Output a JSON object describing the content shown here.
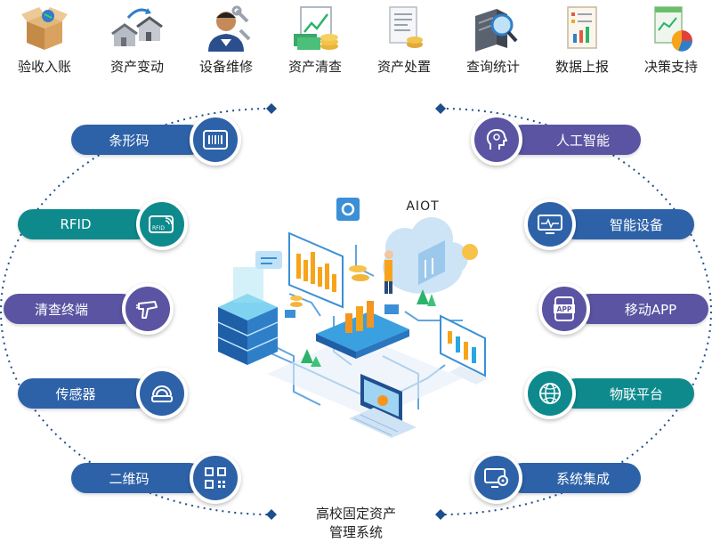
{
  "top_modules": [
    {
      "label": "验收入账",
      "icon": "box-icon"
    },
    {
      "label": "资产变动",
      "icon": "house-transfer-icon"
    },
    {
      "label": "设备维修",
      "icon": "repair-worker-icon"
    },
    {
      "label": "资产清查",
      "icon": "money-chart-icon"
    },
    {
      "label": "资产处置",
      "icon": "document-coins-icon"
    },
    {
      "label": "查询统计",
      "icon": "magnifier-server-icon"
    },
    {
      "label": "数据上报",
      "icon": "report-chart-icon"
    },
    {
      "label": "决策支持",
      "icon": "pie-chart-icon"
    }
  ],
  "left_nodes": [
    {
      "label": "条形码",
      "icon": "barcode-icon"
    },
    {
      "label": "RFID",
      "icon": "rfid-card-icon"
    },
    {
      "label": "清查终端",
      "icon": "scanner-gun-icon"
    },
    {
      "label": "传感器",
      "icon": "sensor-icon"
    },
    {
      "label": "二维码",
      "icon": "qrcode-icon"
    }
  ],
  "right_nodes": [
    {
      "label": "人工智能",
      "icon": "ai-head-icon"
    },
    {
      "label": "智能设备",
      "icon": "monitor-pulse-icon"
    },
    {
      "label": "移动APP",
      "icon": "phone-app-icon",
      "badge": "APP"
    },
    {
      "label": "物联平台",
      "icon": "globe-network-icon"
    },
    {
      "label": "系统集成",
      "icon": "screen-gear-icon"
    }
  ],
  "center": {
    "aiot_label": "AIOT",
    "title_line1": "高校固定资产",
    "title_line2": "管理系统"
  },
  "colors": {
    "navy": "#2e62a8",
    "purple": "#5b54a3",
    "teal": "#0e8a8d",
    "ring": "#1d4f8c",
    "cyan": "#28a7e0"
  }
}
